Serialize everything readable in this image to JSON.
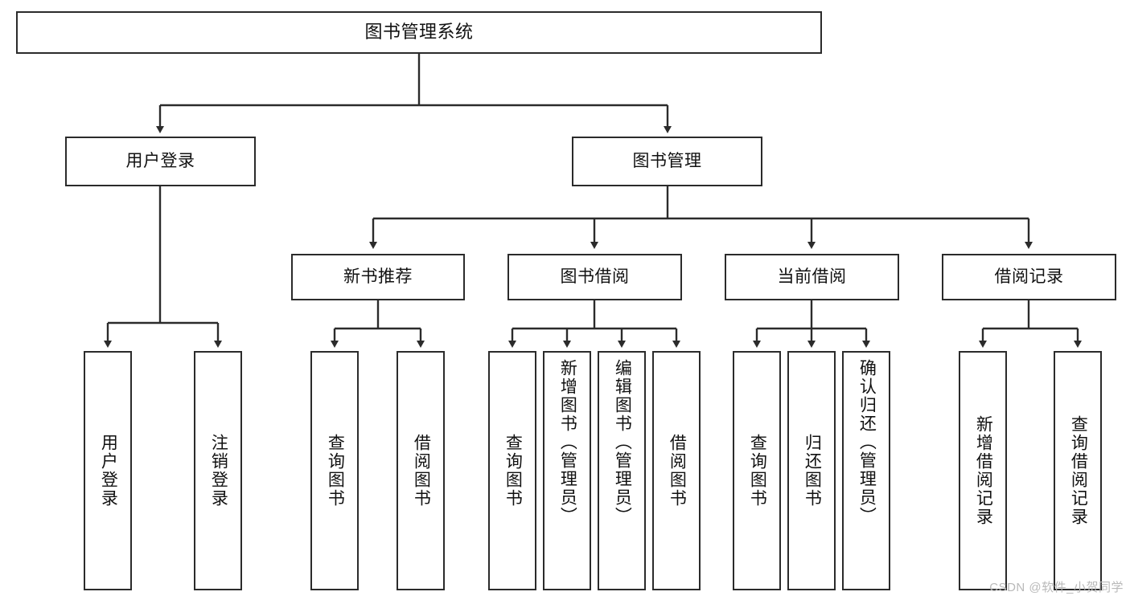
{
  "diagram": {
    "type": "tree-hierarchy",
    "title": "图书管理系统",
    "root": {
      "id": "root",
      "label": "图书管理系统"
    },
    "level2": [
      {
        "id": "user-login",
        "label": "用户登录"
      },
      {
        "id": "book-management",
        "label": "图书管理"
      }
    ],
    "level3": [
      {
        "id": "new-book-recommend",
        "label": "新书推荐",
        "parent": "book-management"
      },
      {
        "id": "book-borrow",
        "label": "图书借阅",
        "parent": "book-management"
      },
      {
        "id": "current-borrow",
        "label": "当前借阅",
        "parent": "book-management"
      },
      {
        "id": "borrow-record",
        "label": "借阅记录",
        "parent": "book-management"
      }
    ],
    "leaves": [
      {
        "id": "leaf-user-login",
        "label": "用户登录",
        "parent": "user-login"
      },
      {
        "id": "leaf-logout-login",
        "label": "注销登录",
        "parent": "user-login"
      },
      {
        "id": "leaf-query-book-1",
        "label": "查询图书",
        "parent": "new-book-recommend"
      },
      {
        "id": "leaf-borrow-book-1",
        "label": "借阅图书",
        "parent": "new-book-recommend"
      },
      {
        "id": "leaf-query-book-2",
        "label": "查询图书",
        "parent": "book-borrow"
      },
      {
        "id": "leaf-add-book",
        "label": "新增图书（管理员）",
        "parent": "book-borrow"
      },
      {
        "id": "leaf-edit-book",
        "label": "编辑图书（管理员）",
        "parent": "book-borrow"
      },
      {
        "id": "leaf-borrow-book-2",
        "label": "借阅图书",
        "parent": "book-borrow"
      },
      {
        "id": "leaf-query-book-3",
        "label": "查询图书",
        "parent": "current-borrow"
      },
      {
        "id": "leaf-return-book",
        "label": "归还图书",
        "parent": "current-borrow"
      },
      {
        "id": "leaf-confirm-return",
        "label": "确认归还（管理员）",
        "parent": "current-borrow"
      },
      {
        "id": "leaf-add-record",
        "label": "新增借阅记录",
        "parent": "borrow-record"
      },
      {
        "id": "leaf-query-record",
        "label": "查询借阅记录",
        "parent": "borrow-record"
      }
    ],
    "watermark": "CSDN @软件_小贺同学",
    "colors": {
      "stroke": "#2b2b2b",
      "fill": "#ffffff",
      "text": "#111111",
      "watermark": "#b9b9b9"
    }
  }
}
